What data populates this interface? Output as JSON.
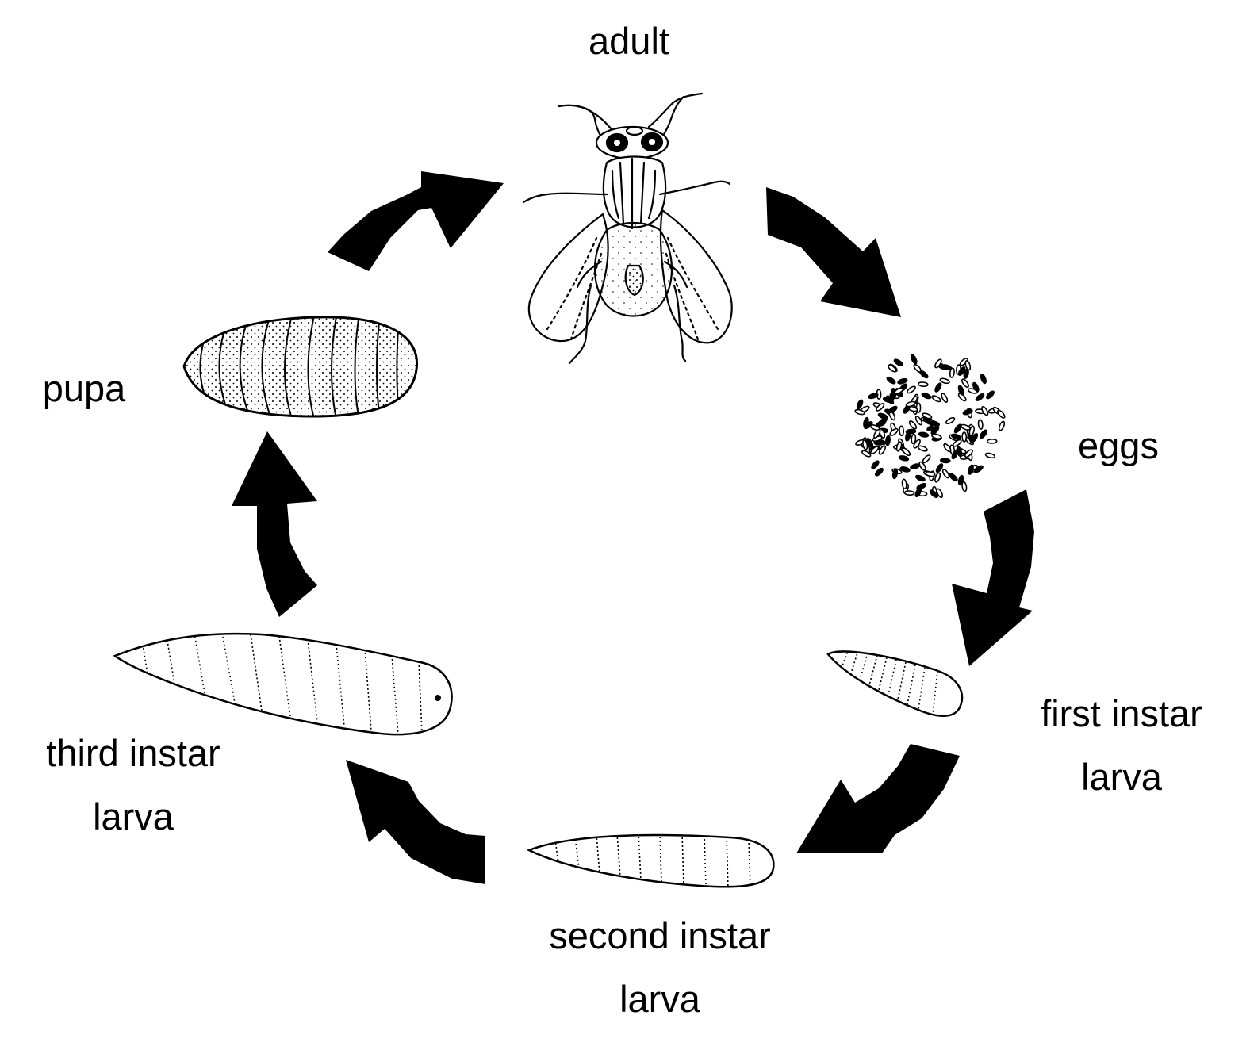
{
  "diagram": {
    "stages": {
      "adult": {
        "label": "adult"
      },
      "eggs": {
        "label": "eggs"
      },
      "first_instar": {
        "line1": "first instar",
        "line2": "larva"
      },
      "second_instar": {
        "line1": "second instar",
        "line2": "larva"
      },
      "third_instar": {
        "line1": "third instar",
        "line2": "larva"
      },
      "pupa": {
        "label": "pupa"
      }
    },
    "colors": {
      "ink": "#000000",
      "background": "#ffffff"
    },
    "icons": [
      "fly-icon",
      "eggs-icon",
      "larva-icon",
      "pupa-icon",
      "arrow-icon"
    ]
  }
}
